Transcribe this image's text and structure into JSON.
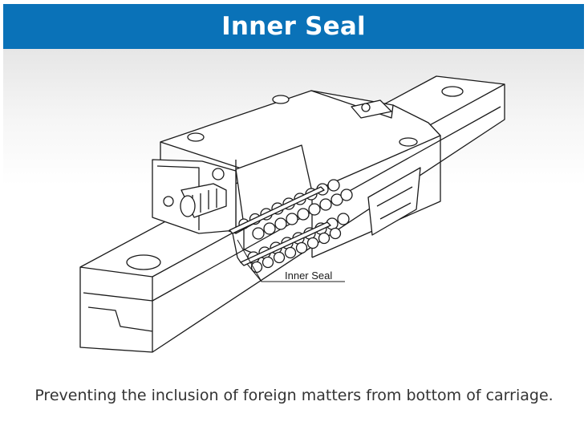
{
  "header": {
    "title": "Inner Seal"
  },
  "diagram": {
    "callout_label": "Inner Seal"
  },
  "caption": "Preventing the inclusion of foreign matters from bottom of carriage.",
  "colors": {
    "header_bg": "#0a72b8",
    "header_text": "#ffffff",
    "line": "#1a1a1a",
    "caption_text": "#333333"
  }
}
